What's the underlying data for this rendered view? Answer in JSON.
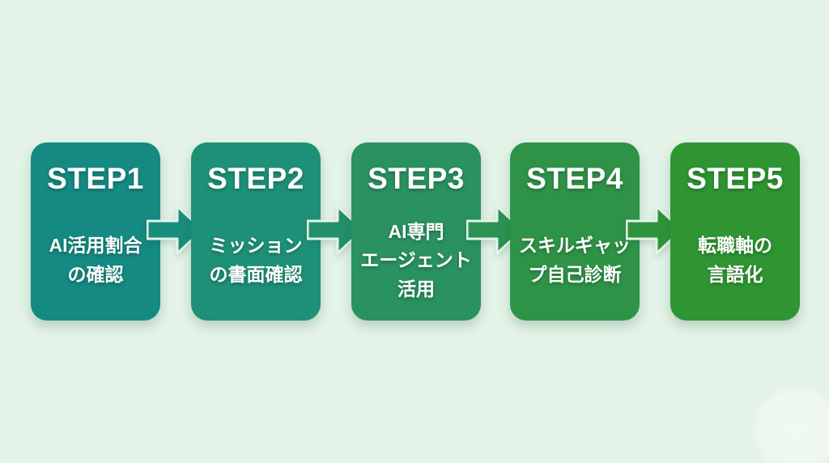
{
  "background": {
    "color": "#e4f3e8",
    "text_color": "#ffffff"
  },
  "diagram": {
    "type": "process-flow",
    "direction": "left-to-right"
  },
  "steps": [
    {
      "label": "STEP1",
      "body": "AI活用割合\nの確認",
      "color": "#148a82"
    },
    {
      "label": "STEP2",
      "body": "ミッション\nの書面確認",
      "color": "#1e9077"
    },
    {
      "label": "STEP3",
      "body": "AI専門\nエージェント\n活用",
      "color": "#2a9160"
    },
    {
      "label": "STEP4",
      "body": "スキルギャッ\nプ自己診断",
      "color": "#2e9347"
    },
    {
      "label": "STEP5",
      "body": "転職軸の\n言語化",
      "color": "#2e9532"
    }
  ],
  "arrows": [
    {
      "name": "arrow-step1-step2",
      "color": "#198d7c"
    },
    {
      "name": "arrow-step2-step3",
      "color": "#24906b"
    },
    {
      "name": "arrow-step3-step4",
      "color": "#2c9253"
    },
    {
      "name": "arrow-step4-step5",
      "color": "#2e943c"
    }
  ]
}
